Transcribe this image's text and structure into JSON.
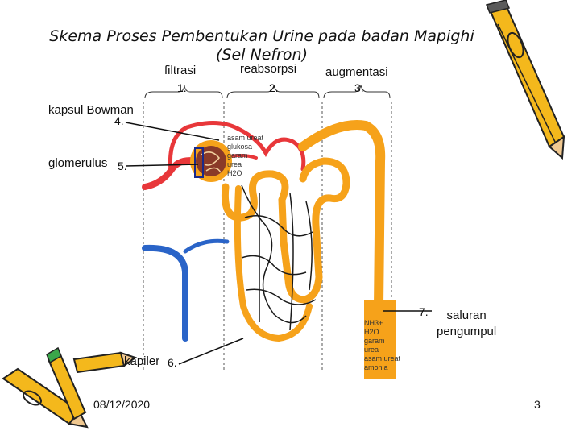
{
  "slide": {
    "title_line1": "Skema Proses Pembentukan Urine pada badan Mapighi",
    "title_line2": "(Sel Nefron)",
    "date": "08/12/2020",
    "page_number": "3"
  },
  "stages": [
    {
      "label": "filtrasi",
      "number": "1."
    },
    {
      "label": "reabsorpsi",
      "number": "2."
    },
    {
      "label": "augmentasi",
      "number": "3."
    }
  ],
  "parts": [
    {
      "label": "kapsul Bowman",
      "number": "4."
    },
    {
      "label": "glomerulus",
      "number": "5."
    },
    {
      "label": "kapiler",
      "number": "6."
    },
    {
      "label": "saluran pengumpul",
      "number": "7."
    }
  ],
  "saluran_lines": [
    "saluran",
    "pengumpul"
  ],
  "image_labels": {
    "capsule_substances": [
      "asam ureat",
      "glukosa",
      "garam",
      "urea",
      "H2O"
    ],
    "collecting_substances": [
      "NH3+",
      "H2O",
      "garam",
      "urea",
      "asam ureat",
      "amonia"
    ]
  },
  "colors": {
    "artery": "#e8373a",
    "vein": "#2a64c8",
    "tubule": "#f6a21a",
    "pointer": "#1a2a8a"
  }
}
